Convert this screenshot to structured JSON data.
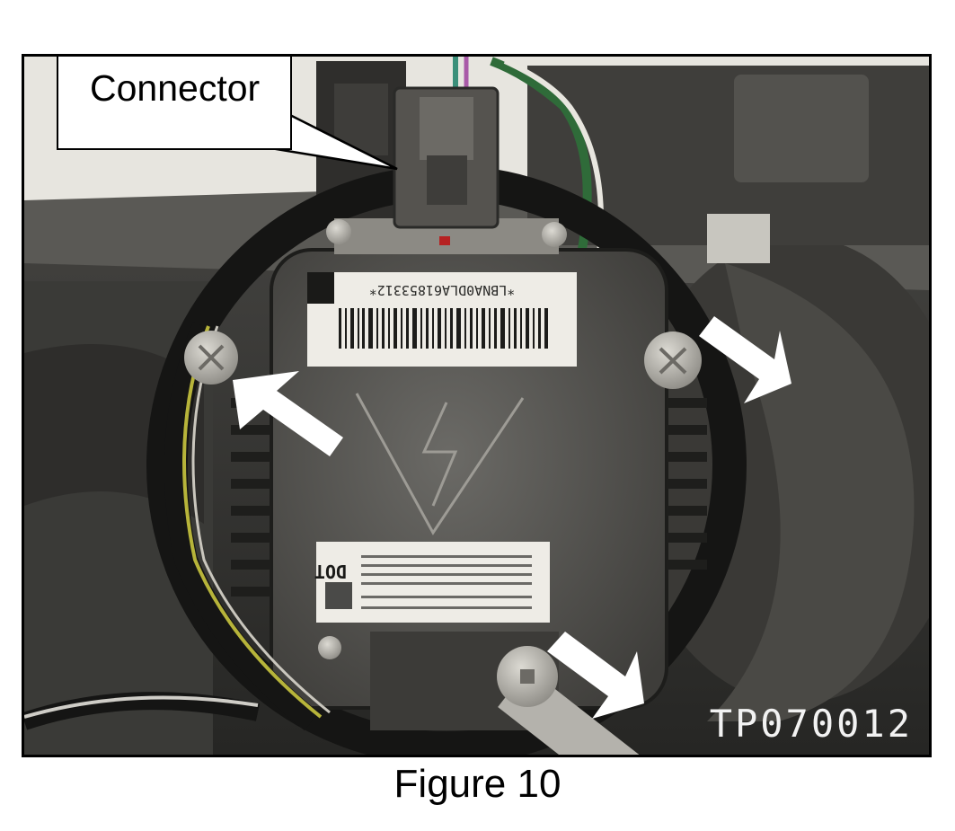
{
  "photo": {
    "callout_label": "Connector",
    "code": "TP070012",
    "label_text_top": "*LBNA0DLA61853312*",
    "label_text_bottom": "DOT"
  },
  "caption": "Figure 10",
  "colors": {
    "background": "#ffffff",
    "frame": "#000000",
    "arrow": "#ffffff"
  },
  "icons": [
    "arrow-icon",
    "screw-icon"
  ]
}
